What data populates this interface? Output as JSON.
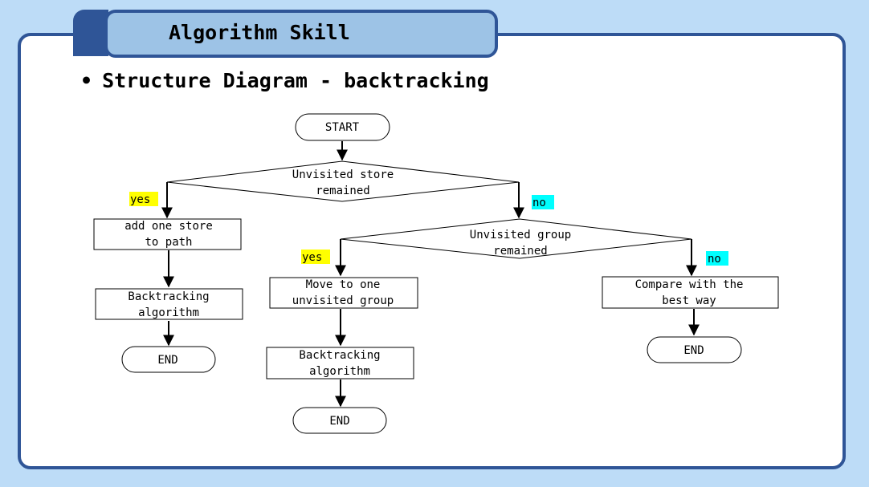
{
  "header": {
    "title": "Algorithm Skill"
  },
  "slide": {
    "bullet": "Structure Diagram - backtracking"
  },
  "flowchart": {
    "start": "START",
    "decision1": [
      "Unvisited store",
      "remained"
    ],
    "decision2": [
      "Unvisited group",
      "remained"
    ],
    "add_store": [
      "add one store",
      "to path"
    ],
    "backtrack1": [
      "Backtracking",
      "algorithm"
    ],
    "end1": "END",
    "move_group": [
      "Move to one",
      "unvisited group"
    ],
    "backtrack2": [
      "Backtracking",
      "algorithm"
    ],
    "end2": "END",
    "compare": [
      "Compare with the",
      "best way"
    ],
    "end3": "END",
    "yes_label_1": "yes",
    "no_label_1": "no",
    "yes_label_2": "yes",
    "no_label_2": "no"
  },
  "colors": {
    "frame": "#2f5597",
    "tab_fill": "#9dc3e6",
    "background": "#bddcf7",
    "yes_highlight": "#ffff00",
    "no_highlight": "#00ffff"
  }
}
